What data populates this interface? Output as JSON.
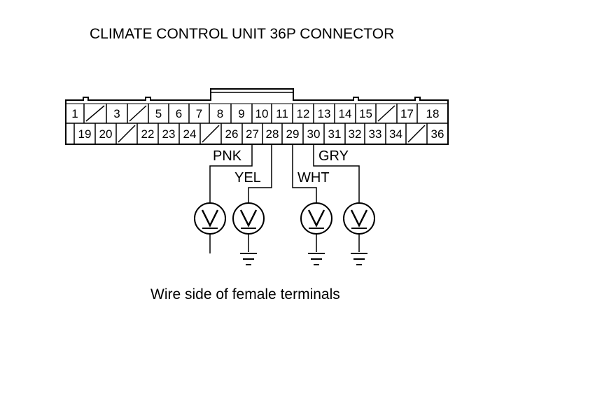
{
  "title": "CLIMATE CONTROL UNIT 36P CONNECTOR",
  "caption": "Wire side of female terminals",
  "connector": {
    "top_row": [
      "1",
      "/",
      "3",
      "/",
      "5",
      "6",
      "7",
      "8",
      "9",
      "10",
      "11",
      "12",
      "13",
      "14",
      "15",
      "/",
      "17",
      "18"
    ],
    "bottom_row": [
      "",
      "19",
      "20",
      "/",
      "22",
      "23",
      "24",
      "/",
      "26",
      "27",
      "28",
      "29",
      "30",
      "31",
      "32",
      "33",
      "34",
      "/",
      "36"
    ]
  },
  "wires": [
    {
      "label": "PNK",
      "pin": "27"
    },
    {
      "label": "YEL",
      "pin": "28"
    },
    {
      "label": "WHT",
      "pin": "29"
    },
    {
      "label": "GRY",
      "pin": "30"
    }
  ],
  "voltmeter_symbol": "V",
  "icons": [
    "voltmeter-icon",
    "ground-icon"
  ]
}
